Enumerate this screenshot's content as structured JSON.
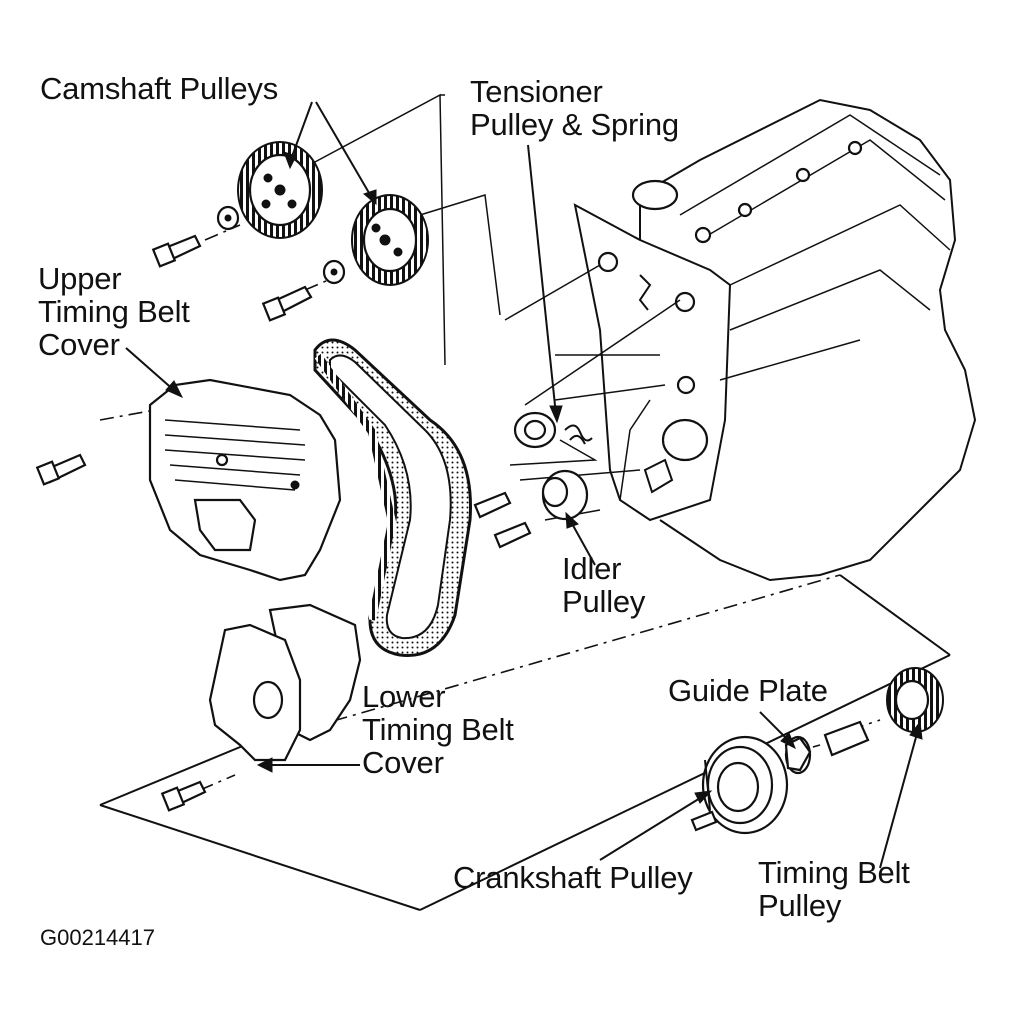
{
  "figure_id": "G00214417",
  "labels": {
    "camshaft_pulleys": "Camshaft Pulleys",
    "tensioner_pulley_spring": [
      "Tensioner",
      "Pulley & Spring"
    ],
    "upper_timing_belt_cover": [
      "Upper",
      "Timing Belt",
      "Cover"
    ],
    "idler_pulley": [
      "Idler",
      "Pulley"
    ],
    "lower_timing_belt_cover": [
      "Lower",
      "Timing Belt",
      "Cover"
    ],
    "guide_plate": "Guide Plate",
    "crankshaft_pulley": "Crankshaft Pulley",
    "timing_belt_pulley": [
      "Timing Belt",
      "Pulley"
    ]
  },
  "colors": {
    "ink": "#111111",
    "paper": "#ffffff"
  }
}
